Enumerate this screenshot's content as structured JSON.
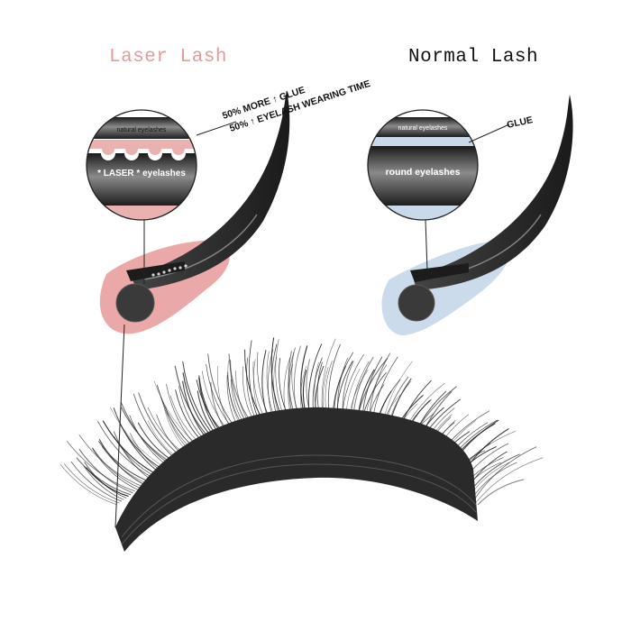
{
  "titles": {
    "left": "Laser Lash",
    "right": "Normal Lash"
  },
  "callouts": {
    "laser_line1": "50% MORE ↑ GLUE",
    "laser_line2": "50% ↑ EYELASH WEARING TIME",
    "normal_glue": "GLUE"
  },
  "zoom_left": {
    "top_label": "natural eyelashes",
    "bottom_label": "* LASER * eyelashes"
  },
  "zoom_right": {
    "top_label": "natural eyelashes",
    "bottom_label": "round eyelashes"
  },
  "colors": {
    "laser_glue": "#e9a3a3",
    "normal_glue": "#c9d9ea",
    "lash": "#2d2d2d"
  }
}
